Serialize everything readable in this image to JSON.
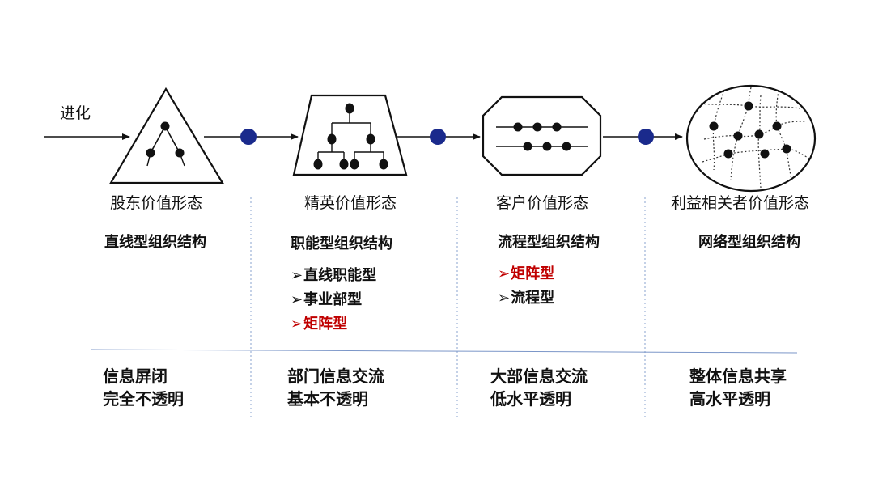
{
  "evolution_label": "进化",
  "colors": {
    "accent_dot": "#1a2a8c",
    "highlight_red": "#c00000",
    "text": "#111111",
    "separator": "#7b96c8"
  },
  "arrow_glyph": "➢",
  "stages": [
    {
      "title": "股东价值形态",
      "structure": "直线型组织结构",
      "types": [],
      "info_line1": "信息屏闭",
      "info_line2": "完全不透明"
    },
    {
      "title": "精英价值形态",
      "structure": "职能型组织结构",
      "types": [
        {
          "label": "直线职能型",
          "highlight": false
        },
        {
          "label": "事业部型",
          "highlight": false
        },
        {
          "label": "矩阵型",
          "highlight": true
        }
      ],
      "info_line1": "部门信息交流",
      "info_line2": "基本不透明"
    },
    {
      "title": "客户价值形态",
      "structure": "流程型组织结构",
      "types": [
        {
          "label": "矩阵型",
          "highlight": true
        },
        {
          "label": "流程型",
          "highlight": false
        }
      ],
      "info_line1": "大部信息交流",
      "info_line2": "低水平透明"
    },
    {
      "title": "利益相关者价值形态",
      "structure": "网络型组织结构",
      "types": [],
      "info_line1": "整体信息共享",
      "info_line2": "高水平透明"
    }
  ]
}
